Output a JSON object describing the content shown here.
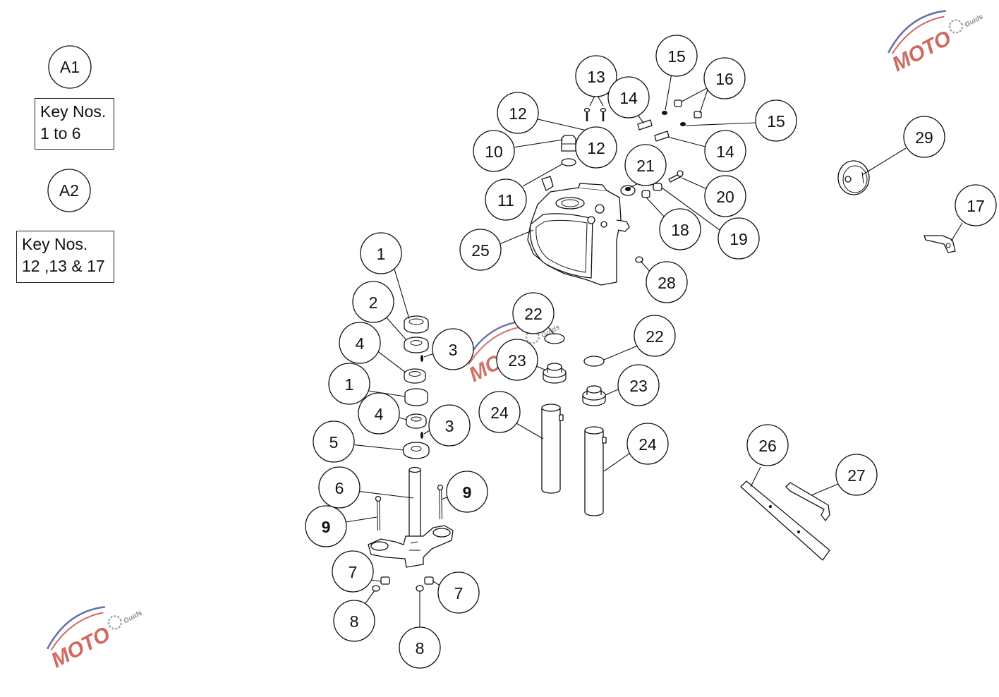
{
  "legend": [
    {
      "code": "A1",
      "note_line1": "Key Nos.",
      "note_line2": "1 to 6"
    },
    {
      "code": "A2",
      "note_line1": "Key Nos.",
      "note_line2": "12 ,13 & 17"
    }
  ],
  "callouts": [
    {
      "id": "c1a",
      "label": "1"
    },
    {
      "id": "c2",
      "label": "2"
    },
    {
      "id": "c3a",
      "label": "3"
    },
    {
      "id": "c4a",
      "label": "4"
    },
    {
      "id": "c1b",
      "label": "1"
    },
    {
      "id": "c4b",
      "label": "4"
    },
    {
      "id": "c3b",
      "label": "3"
    },
    {
      "id": "c5",
      "label": "5"
    },
    {
      "id": "c6",
      "label": "6"
    },
    {
      "id": "c9a",
      "label": "9",
      "bold": true
    },
    {
      "id": "c9b",
      "label": "9",
      "bold": true
    },
    {
      "id": "c7a",
      "label": "7"
    },
    {
      "id": "c7b",
      "label": "7"
    },
    {
      "id": "c8a",
      "label": "8"
    },
    {
      "id": "c8b",
      "label": "8"
    },
    {
      "id": "c10",
      "label": "10"
    },
    {
      "id": "c11",
      "label": "11"
    },
    {
      "id": "c12a",
      "label": "12"
    },
    {
      "id": "c12b",
      "label": "12"
    },
    {
      "id": "c13",
      "label": "13"
    },
    {
      "id": "c14a",
      "label": "14"
    },
    {
      "id": "c14b",
      "label": "14"
    },
    {
      "id": "c15a",
      "label": "15"
    },
    {
      "id": "c15b",
      "label": "15"
    },
    {
      "id": "c16",
      "label": "16"
    },
    {
      "id": "c17",
      "label": "17"
    },
    {
      "id": "c18",
      "label": "18"
    },
    {
      "id": "c19",
      "label": "19"
    },
    {
      "id": "c20",
      "label": "20"
    },
    {
      "id": "c21",
      "label": "21"
    },
    {
      "id": "c22a",
      "label": "22"
    },
    {
      "id": "c22b",
      "label": "22"
    },
    {
      "id": "c23a",
      "label": "23"
    },
    {
      "id": "c23b",
      "label": "23"
    },
    {
      "id": "c24a",
      "label": "24"
    },
    {
      "id": "c24b",
      "label": "24"
    },
    {
      "id": "c25",
      "label": "25"
    },
    {
      "id": "c26",
      "label": "26"
    },
    {
      "id": "c27",
      "label": "27"
    },
    {
      "id": "c28",
      "label": "28"
    },
    {
      "id": "c29",
      "label": "29"
    }
  ],
  "watermark": {
    "text": "MOTO",
    "subtext": "Guids",
    "colors": {
      "primary": "#c0392b",
      "secondary": "#2c3e91",
      "gear": "#888888"
    }
  }
}
